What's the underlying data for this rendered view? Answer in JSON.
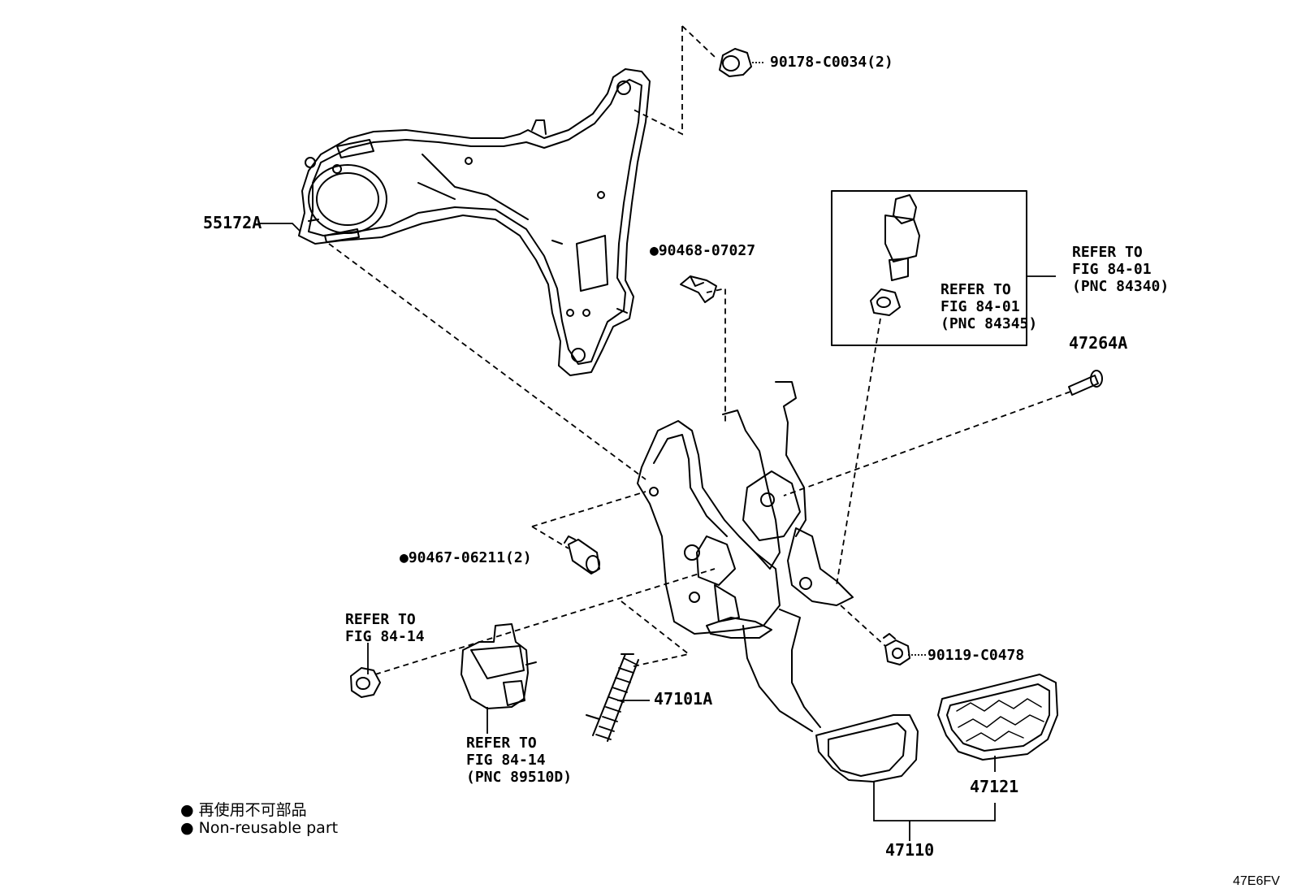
{
  "parts": {
    "p55172a": "55172A",
    "p90178": "90178-C0034(2)",
    "p90468": "90468-07027",
    "p90467": "90467-06211(2)",
    "p47264a": "47264A",
    "p90119": "90119-C0478",
    "p47101a": "47101A",
    "p47121": "47121",
    "p47110": "47110"
  },
  "refs": {
    "switch_outer": [
      "REFER TO",
      "FIG 84-01",
      "(PNC 84340)"
    ],
    "switch_inner": [
      "REFER TO",
      "FIG 84-01",
      "(PNC 84345)"
    ],
    "bushing": [
      "REFER TO",
      "FIG 84-14"
    ],
    "sensor": [
      "REFER TO",
      "FIG 84-14",
      "(PNC 89510D)"
    ]
  },
  "legend": {
    "bullet": "●",
    "japanese": "再使用不可部品",
    "english": "Non-reusable part"
  },
  "figure_code": "47E6FV",
  "colors": {
    "ink": "#000000",
    "paper": "#ffffff"
  }
}
